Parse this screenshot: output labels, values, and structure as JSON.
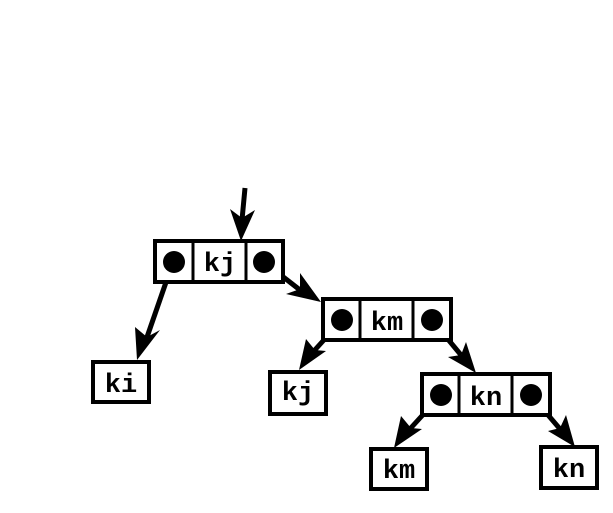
{
  "diagram": {
    "nodes": {
      "root": {
        "key": "kj"
      },
      "root_right": {
        "key": "km"
      },
      "right_right": {
        "key": "kn"
      }
    },
    "leaves": {
      "root_left": {
        "key": "ki"
      },
      "root_right_left": {
        "key": "kj"
      },
      "right_right_left": {
        "key": "km"
      },
      "right_right_right": {
        "key": "kn"
      }
    }
  },
  "colors": {
    "ink": "#000000",
    "background": "#ffffff"
  }
}
